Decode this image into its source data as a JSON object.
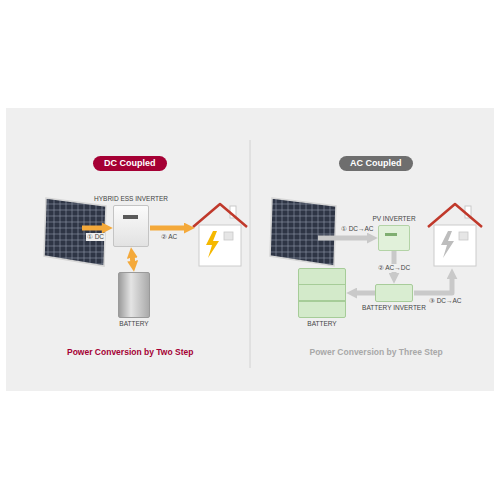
{
  "diagram": {
    "nodes": [
      {
        "text": [
          "DC Coupled"
        ]
      },
      {
        "text": [
          "HYBRID ESS INVERTER"
        ]
      },
      {
        "text": [
          "BATTERY"
        ]
      },
      {
        "text": [
          "AC Coupled"
        ]
      },
      {
        "text": [
          "PV INVERTER"
        ]
      },
      {
        "text": [
          "BATTERY INVERTER"
        ]
      },
      {
        "text": [
          "BATTERY"
        ]
      }
    ],
    "edges": [
      {
        "from": 1,
        "to": 2,
        "arrow": "both"
      },
      {
        "from": 4,
        "to": 5,
        "label": "② AC→DC",
        "arrow": "to"
      },
      {
        "from": 5,
        "to": 6,
        "arrow": "to"
      }
    ],
    "labels": [
      "① DC",
      "② AC",
      "Power Conversion by Two Step",
      "① DC→AC",
      "③ DC→AC",
      "Power Conversion by Three Step"
    ]
  }
}
